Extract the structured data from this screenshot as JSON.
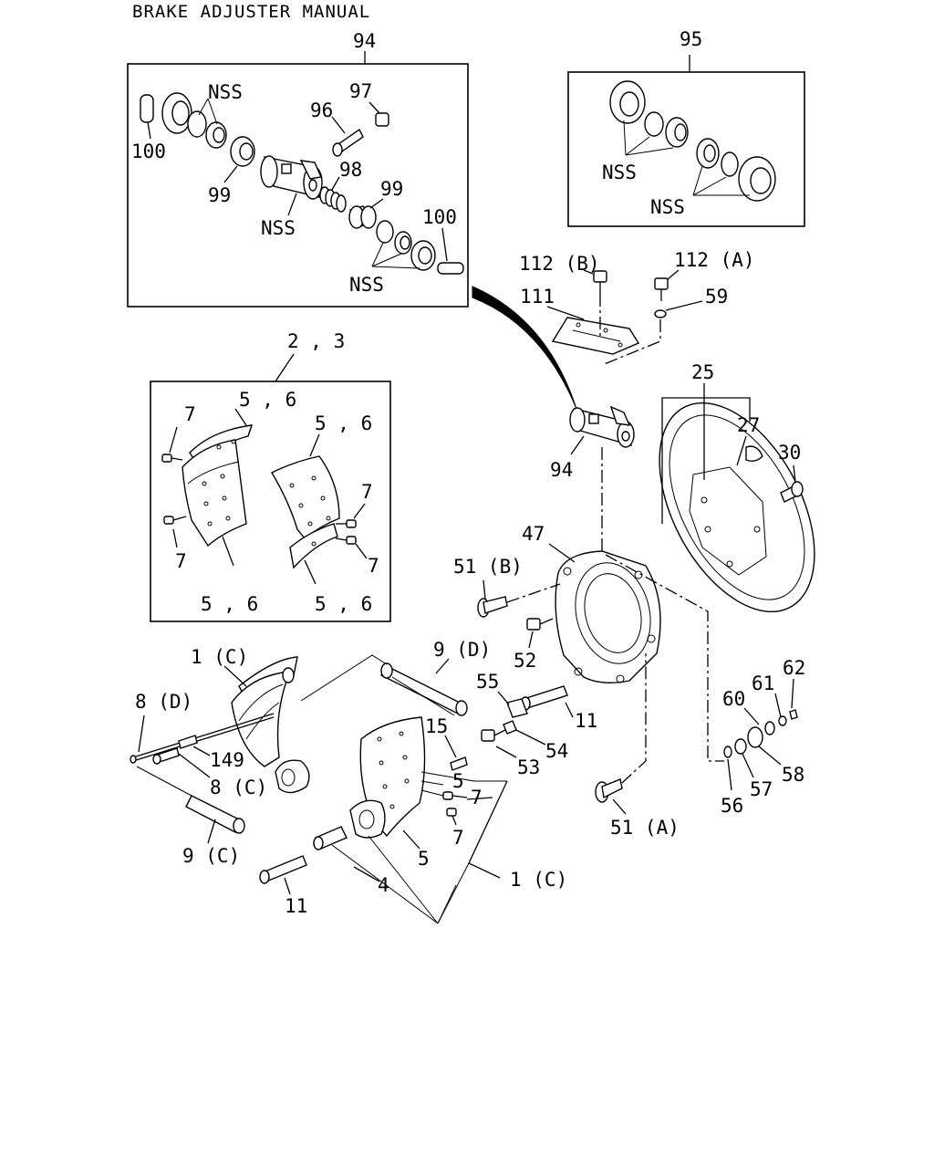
{
  "title": "BRAKE ADJUSTER MANUAL",
  "callouts": {
    "c94_top": "94",
    "c95_top": "95",
    "c94_mid": "94",
    "c2_3": "2 , 3",
    "c25": "25",
    "c27": "27",
    "c30": "30",
    "c47": "47",
    "c51b": "51 (B)",
    "c51a": "51 (A)",
    "c52": "52",
    "c53": "53",
    "c54": "54",
    "c55": "55",
    "c11_mid": "11",
    "c11_low": "11",
    "c56": "56",
    "c57": "57",
    "c58": "58",
    "c59": "59",
    "c60": "60",
    "c61": "61",
    "c62": "62",
    "c111": "111",
    "c112a": "112 (A)",
    "c112b": "112 (B)",
    "c96": "96",
    "c97": "97",
    "c98": "98",
    "c99a": "99",
    "c99b": "99",
    "c100a": "100",
    "c100b": "100",
    "nss1": "NSS",
    "nss2": "NSS",
    "nss3": "NSS",
    "nss4": "NSS",
    "nss5": "NSS",
    "c5_6a": "5 , 6",
    "c5_6b": "5 , 6",
    "c5_6c": "5 , 6",
    "c5_6d": "5 , 6",
    "c7a": "7",
    "c7b": "7",
    "c7c": "7",
    "c7d": "7",
    "c7e": "7",
    "c7f": "7",
    "c1c_top": "1 (C)",
    "c1c_low": "1 (C)",
    "c9d": "9 (D)",
    "c9c": "9 (C)",
    "c8d": "8 (D)",
    "c8c": "8 (C)",
    "c149": "149",
    "c15": "15",
    "c5a": "5",
    "c5b": "5",
    "c4": "4"
  }
}
